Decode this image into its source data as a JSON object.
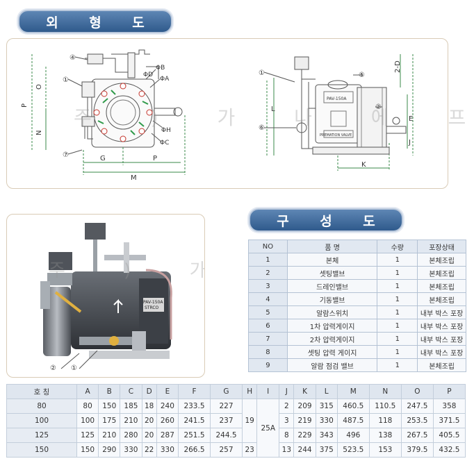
{
  "sections": {
    "outline_title": [
      "외",
      "형",
      "도"
    ],
    "composition_title": [
      "구",
      "성",
      "도"
    ]
  },
  "watermark": "주 ) 가 나 에 프 앤 씨",
  "drawing_left": {
    "callouts": [
      "①",
      "④",
      "⑦"
    ],
    "dims": {
      "g": "G",
      "p_bottom": "P",
      "m": "M",
      "p_left": "P",
      "o": "O",
      "n": "N",
      "a": "ΦA",
      "b": "ΦB",
      "c": "ΦC",
      "d": "ΦD",
      "h": "ΦH"
    }
  },
  "drawing_right": {
    "callouts": [
      "①",
      "⑤",
      "②",
      "⑥"
    ],
    "dims": {
      "two_d": "2-D",
      "l": "L",
      "e": "E",
      "j": "J",
      "k": "K"
    },
    "plate": "PAV-150A",
    "brand": "PREMATION VALVE"
  },
  "photo": {
    "callouts": [
      "②",
      "①"
    ],
    "plate": "PAV-150A",
    "brand": "STRCO"
  },
  "parts_table": {
    "headers": [
      "NO",
      "품 명",
      "수량",
      "포장상태"
    ],
    "rows": [
      [
        "1",
        "본체",
        "1",
        "본체조립"
      ],
      [
        "2",
        "셋팅밸브",
        "1",
        "본체조립"
      ],
      [
        "3",
        "드레인밸브",
        "1",
        "본체조립"
      ],
      [
        "4",
        "기동밸브",
        "1",
        "본체조립"
      ],
      [
        "5",
        "알람스위치",
        "1",
        "내부 박스 포장"
      ],
      [
        "6",
        "1차 압력게이지",
        "1",
        "내부 박스 포장"
      ],
      [
        "7",
        "2차 압력게이지",
        "1",
        "내부 박스 포장"
      ],
      [
        "8",
        "셋팅 압력 게이지",
        "1",
        "내부 박스 포장"
      ],
      [
        "9",
        "알람 점검 밸브",
        "1",
        "본체조립"
      ]
    ]
  },
  "dims_table": {
    "headers": [
      "호 칭",
      "A",
      "B",
      "C",
      "D",
      "E",
      "F",
      "G",
      "H",
      "I",
      "J",
      "K",
      "L",
      "M",
      "N",
      "O",
      "P"
    ],
    "h_merged": "19",
    "i_merged": "25A",
    "rows": [
      {
        "name": "80",
        "a": "80",
        "b": "150",
        "c": "185",
        "d": "18",
        "e": "240",
        "f": "233.5",
        "g": "227",
        "j": "2",
        "k": "209",
        "l": "315",
        "m": "460.5",
        "n": "110.5",
        "o": "247.5",
        "p": "358"
      },
      {
        "name": "100",
        "a": "100",
        "b": "175",
        "c": "210",
        "d": "20",
        "e": "260",
        "f": "241.5",
        "g": "237",
        "j": "3",
        "k": "219",
        "l": "330",
        "m": "487.5",
        "n": "118",
        "o": "253.5",
        "p": "371.5"
      },
      {
        "name": "125",
        "a": "125",
        "b": "210",
        "c": "280",
        "d": "20",
        "e": "287",
        "f": "251.5",
        "g": "244.5",
        "j": "8",
        "k": "229",
        "l": "343",
        "m": "496",
        "n": "138",
        "o": "267.5",
        "p": "405.5"
      },
      {
        "name": "150",
        "a": "150",
        "b": "290",
        "c": "330",
        "d": "22",
        "e": "330",
        "f": "266.5",
        "g": "257",
        "h": "23",
        "j": "13",
        "k": "244",
        "l": "375",
        "m": "523.5",
        "n": "153",
        "o": "379.5",
        "p": "432.5"
      }
    ]
  }
}
